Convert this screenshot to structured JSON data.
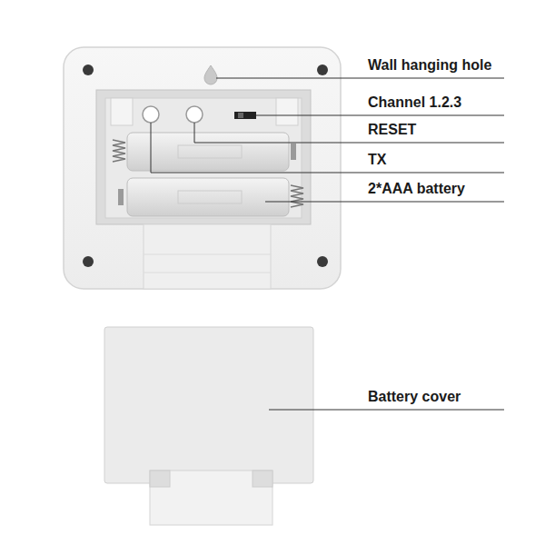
{
  "diagram": {
    "labels": [
      "Wall hanging hole",
      "Channel 1.2.3",
      "RESET",
      "TX",
      "2*AAA battery",
      "Battery cover"
    ]
  }
}
